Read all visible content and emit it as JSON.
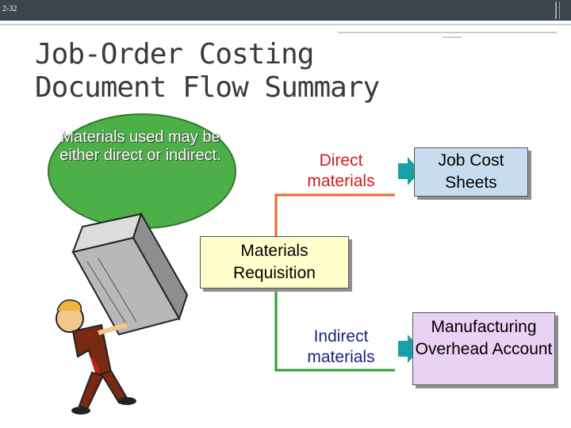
{
  "slide": {
    "page_number": "2-32",
    "title_line1": "Job-Order Costing",
    "title_line2": "Document Flow Summary"
  },
  "callout": {
    "text": "Materials used may be either direct or indirect."
  },
  "flow": {
    "requisition": "Materials Requisition",
    "direct_label": "Direct materials",
    "indirect_label": "Indirect materials",
    "job_cost": "Job Cost Sheets",
    "overhead": "Manufacturing Overhead Account"
  },
  "colors": {
    "direct_line": "#e8642a",
    "indirect_line": "#2e9a2e",
    "arrow": "#17a0a6"
  },
  "illustration": {
    "icon": "man-carrying-box-icon"
  }
}
